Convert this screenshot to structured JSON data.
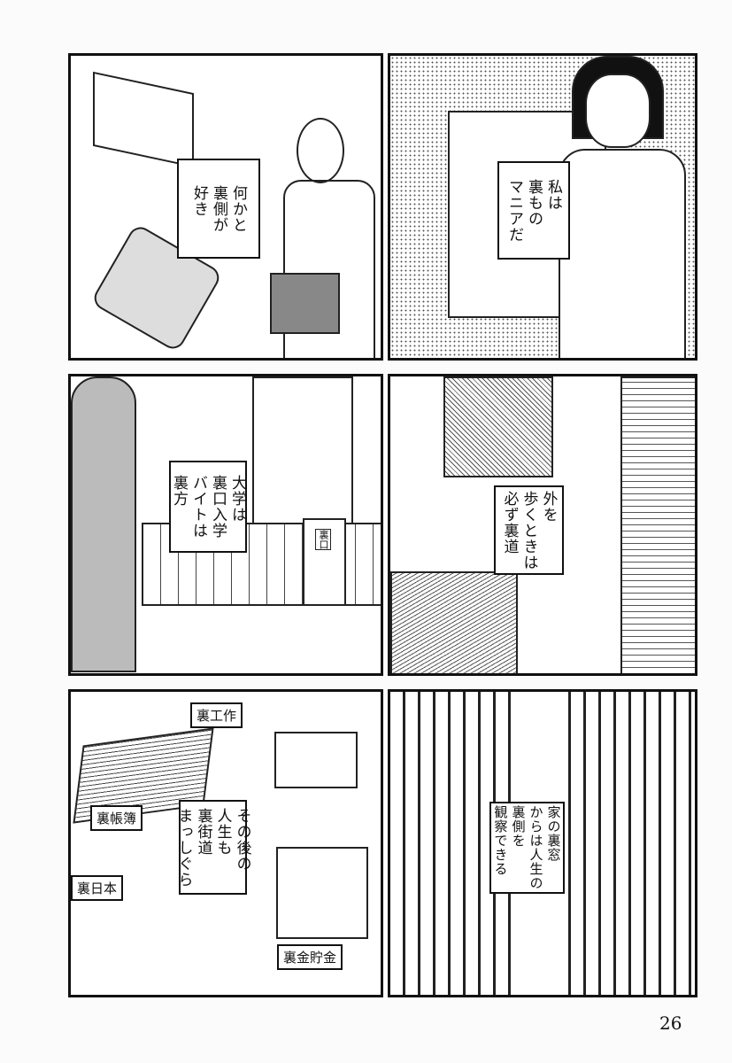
{
  "panels": [
    {
      "caption": [
        "何かと",
        "裏側が",
        "好き"
      ]
    },
    {
      "caption": [
        "私は",
        "裏もの",
        "マニアだ"
      ]
    },
    {
      "caption": [
        "大学は",
        "裏口入学",
        "バイトは",
        "裏方"
      ],
      "door_sign": "裏口"
    },
    {
      "caption": [
        "外を",
        "歩くときは",
        "必ず裏道"
      ]
    },
    {
      "caption": [
        "その後の",
        "人生も",
        "裏街道",
        "まっしぐら"
      ],
      "labels": [
        "裏工作",
        "裏帳簿",
        "裏日本",
        "裏金貯金"
      ]
    },
    {
      "caption": [
        "家の裏窓",
        "からは人生の",
        "裏側を",
        "観察できる"
      ]
    }
  ],
  "page_number": "26"
}
